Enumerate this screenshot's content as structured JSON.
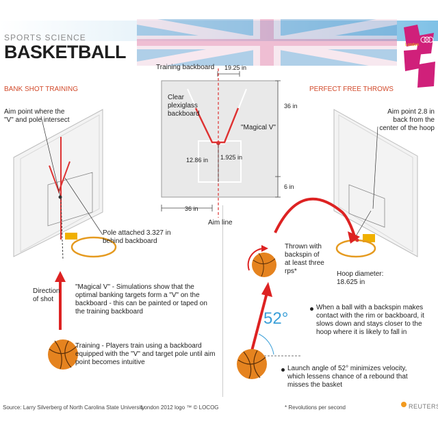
{
  "header": {
    "kicker": "SPORTS SCIENCE",
    "title": "BASKETBALL",
    "logo_text": "London",
    "logo_number": "2012",
    "colors": {
      "banner_blue": "#4fa6d6",
      "flag_pink": "#e6c3d4",
      "logo_magenta": "#d0207a",
      "logo_yellow": "#f0c000"
    }
  },
  "left": {
    "section_title": "BANK SHOT TRAINING",
    "aim_point_label": "Aim point where the \"V\" and pole intersect",
    "pole_label": "Pole attached 3.327 in behind backboard",
    "magical_v_note": "\"Magical V\" - Simulations show that the optimal banking targets form a \"V\" on the backboard - this can be painted or taped on the training backboard",
    "direction_label": "Direction of shot",
    "training_note": "Training - Players train using a backboard equipped with the \"V\" and target pole until aim point becomes intuitive"
  },
  "center": {
    "backboard_title": "Training backboard",
    "dim_top": "19.25 in",
    "dim_right_top": "36 in",
    "clear_label": "Clear plexiglass backboard",
    "magical_v_label": "\"Magical V\"",
    "dim_v_height": "12.86 in",
    "dim_v_offset": "1.925 in",
    "dim_right_bottom": "6 in",
    "dim_bottom": "36 in",
    "aim_line_label": "Aim line"
  },
  "right": {
    "section_title": "PERFECT FREE THROWS",
    "aim_point_label": "Aim point  2.8 in back from the center of the hoop",
    "backspin_label": "Thrown with backspin of at least three rps*",
    "hoop_label": "Hoop diameter: 18.625 in",
    "angle_label": "52°",
    "bullet1": "When a ball with a backspin makes contact with the rim or backboard, it slows down and stays closer to the hoop where it is likely to fall in",
    "bullet2": "Launch angle of 52° minimizes velocity, which lessens chance of a rebound that misses the basket"
  },
  "footer": {
    "source": "Source: Larry Silverberg of North Carolina State University",
    "logo_credit": "London 2012 logo ™ © LOCOG",
    "footnote": "* Revolutions per second",
    "brand": "REUTERS"
  }
}
